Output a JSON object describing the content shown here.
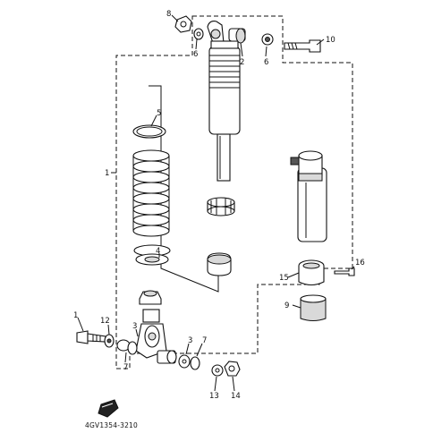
{
  "callouts": {
    "c1": "1",
    "c2": "2",
    "c3a": "3",
    "c3b": "3",
    "c4": "4",
    "c5": "5",
    "c6a": "6",
    "c6b": "6",
    "c7a": "7",
    "c7b": "7",
    "c8": "8",
    "c9": "9",
    "c10": "10",
    "c11": "1",
    "c12": "12",
    "c13": "13",
    "c14": "14",
    "c15": "15",
    "c16": "16"
  },
  "diagram_code": "4GV1354-3210"
}
